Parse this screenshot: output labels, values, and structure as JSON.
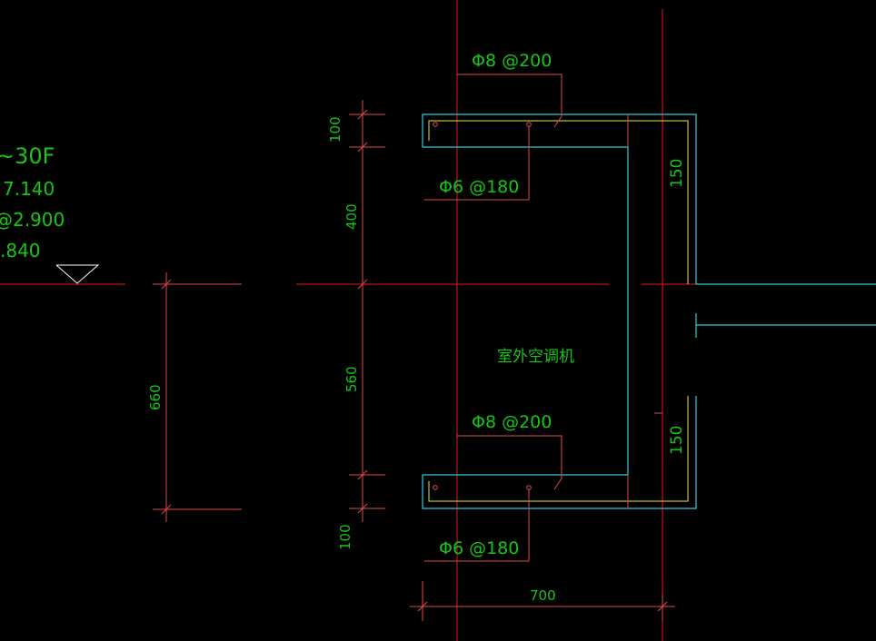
{
  "colors": {
    "background": "#000000",
    "axis_red": "#e01b1b",
    "concrete_cyan": "#36c8d6",
    "rebar_yellow": "#e6e64a",
    "text_green": "#16c616",
    "dim_line": "#e04a4a",
    "leader": "#e04a4a",
    "white": "#ffffff"
  },
  "level_labels": {
    "floors": "~30F",
    "elev_1": "7.140",
    "elev_2": "@2.900",
    "elev_3": ".840"
  },
  "annotations": {
    "top_main_rebar": "Φ8 @200",
    "top_dist_rebar": "Φ6 @180",
    "bottom_main_rebar": "Φ8 @200",
    "bottom_dist_rebar": "Φ6 @180",
    "room_label": "室外空调机"
  },
  "dimensions": {
    "left_660": "660",
    "top_slab_100": "100",
    "upper_400": "400",
    "lower_560": "560",
    "bottom_slab_100": "100",
    "wall_150_top": "150",
    "wall_150_bottom": "150",
    "width_700": "700"
  }
}
